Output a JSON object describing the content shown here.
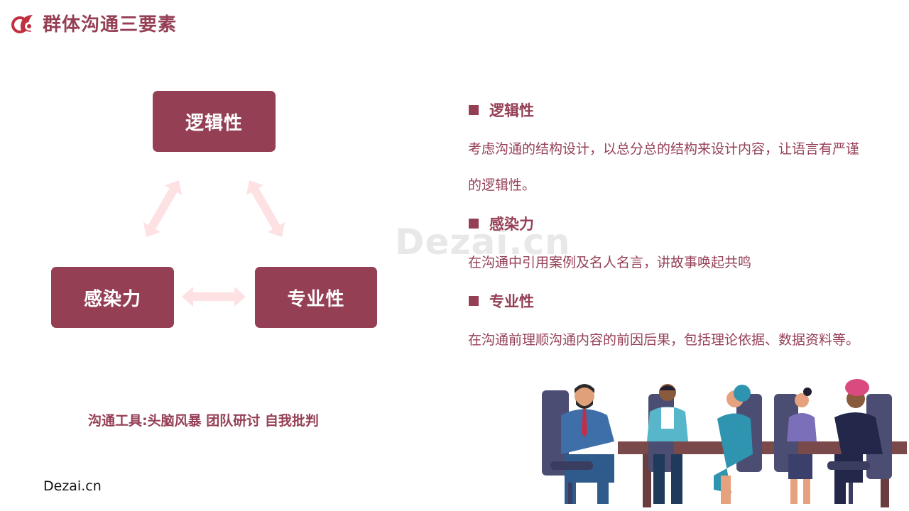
{
  "header": {
    "title": "群体沟通三要素"
  },
  "diagram": {
    "top_box": "逻辑性",
    "left_box": "感染力",
    "right_box": "专业性"
  },
  "tools_text": "沟通工具:头脑风暴 团队研讨  自我批判",
  "footer_brand": "Dezai.cn",
  "watermark": "Dezai.cn",
  "sections": [
    {
      "title": "逻辑性",
      "lines": [
        "考虑沟通的结构设计，以总分总的结构来设计内容，让语言有严谨",
        "的逻辑性。"
      ]
    },
    {
      "title": "感染力",
      "lines": [
        "在沟通中引用案例及名人名言，讲故事唤起共鸣"
      ]
    },
    {
      "title": "专业性",
      "lines": [
        "在沟通前理顺沟通内容的前因后果，包括理论依据、数据资料等。"
      ]
    }
  ],
  "colors": {
    "accent": "#953f55",
    "arrow": "#fde1e3"
  }
}
